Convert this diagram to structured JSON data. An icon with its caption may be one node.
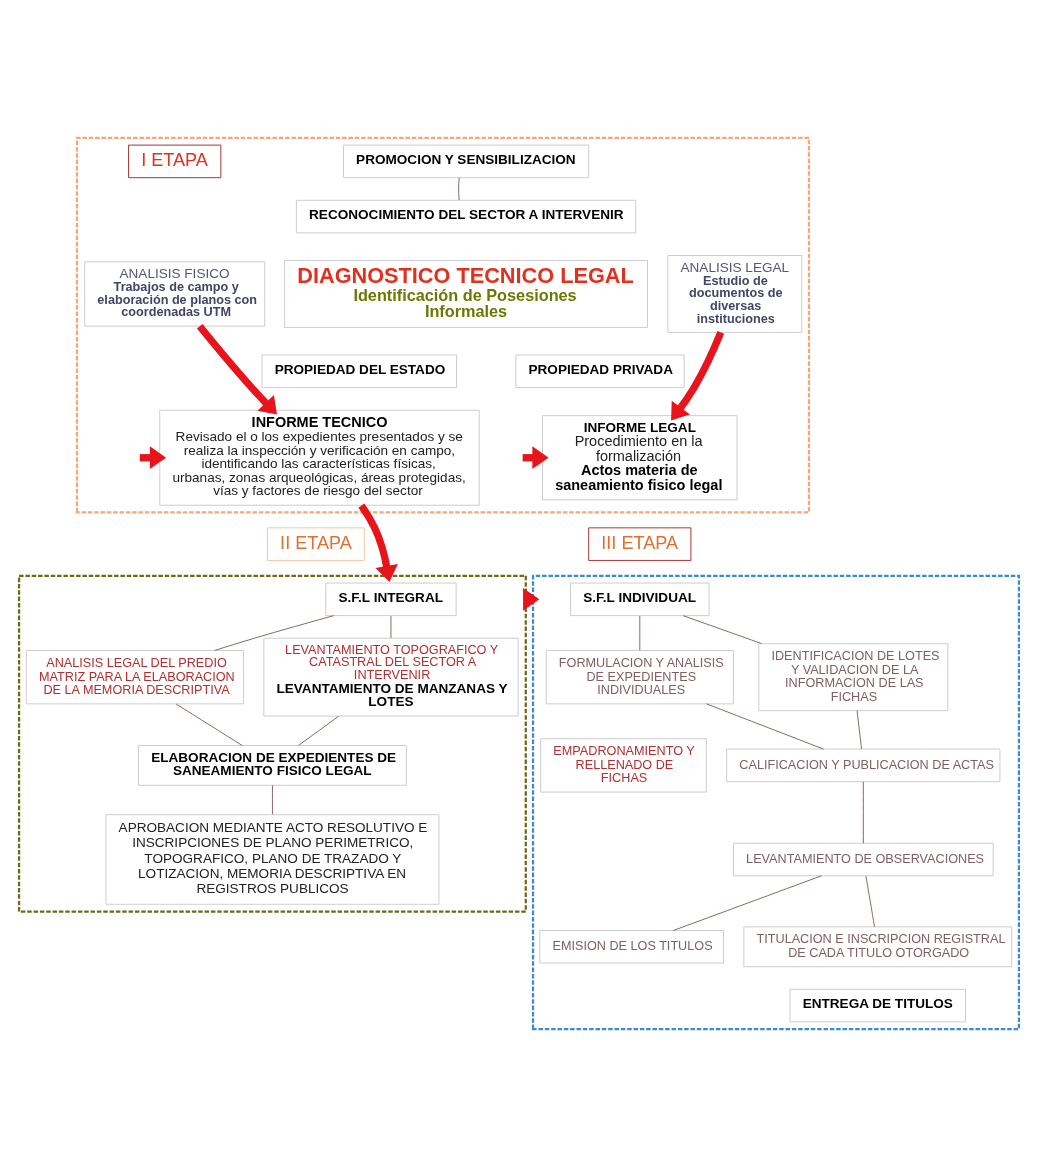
{
  "diagram": {
    "nodes": [
      {
        "text": [],
        "shape": "box"
      },
      {
        "text": [
          "I ETAPA"
        ],
        "in": 0
      },
      {
        "text": [
          "PROMOCION Y SENSIBILIZACION"
        ],
        "in": 0
      },
      {
        "text": [
          "RECONOCIMIENTO DEL SECTOR A INTERVENIR"
        ],
        "in": 0
      },
      {
        "text": [
          "ANALISIS FISICO",
          "Trabajos de campo y elaboración de planos con coordenadas UTM"
        ],
        "in": 0
      },
      {
        "text": [
          "DIAGNOSTICO TECNICO LEGAL",
          "Identificación de Posesiones Informales"
        ],
        "in": 0
      },
      {
        "text": [
          "ANALISIS LEGAL",
          "Estudio de documentos de diversas instituciones"
        ],
        "in": 0
      },
      {
        "text": [
          "PROPIEDAD DEL ESTADO"
        ],
        "in": 0
      },
      {
        "text": [
          "PROPIEDAD PRIVADA"
        ],
        "in": 0
      },
      {
        "text": [
          "INFORME TECNICO",
          "Revisado el o los expedientes presentados y se realiza la inspección y verificación en campo, identificando las características físicas, urbanas, zonas arqueológicas, áreas protegidas, vías y factores de riesgo del sector"
        ],
        "in": 0
      },
      {
        "text": [
          "INFORME LEGAL",
          "Procedimiento en la formalización",
          "Actos materia de saneamiento fisico legal"
        ],
        "in": 0
      },
      {
        "text": [
          "II ETAPA"
        ]
      },
      {
        "text": [
          "III ETAPA"
        ]
      },
      {
        "text": [],
        "shape": "box"
      },
      {
        "text": [
          "S.F.L INTEGRAL"
        ],
        "in": 13
      },
      {
        "text": [
          "ANALISIS LEGAL DEL PREDIO MATRIZ PARA LA ELABORACION DE LA MEMORIA DESCRIPTIVA"
        ],
        "in": 13
      },
      {
        "text": [
          "LEVANTAMIENTO TOPOGRAFICO Y CATASTRAL DEL SECTOR A INTERVENIR",
          "LEVANTAMIENTO DE MANZANAS Y LOTES"
        ],
        "in": 13
      },
      {
        "text": [
          "ELABORACION DE EXPEDIENTES DE SANEAMIENTO FISICO LEGAL"
        ],
        "in": 13
      },
      {
        "text": [
          "APROBACION MEDIANTE ACTO RESOLUTIVO E INSCRIPCIONES DE PLANO PERIMETRICO, TOPOGRAFICO, PLANO DE TRAZADO Y LOTIZACION, MEMORIA DESCRIPTIVA EN REGISTROS PUBLICOS"
        ],
        "in": 13
      },
      {
        "text": [],
        "shape": "box"
      },
      {
        "text": [
          "S.F.L INDIVIDUAL"
        ],
        "in": 19
      },
      {
        "text": [
          "FORMULACION Y ANALISIS DE EXPEDIENTES INDIVIDUALES"
        ],
        "in": 19
      },
      {
        "text": [
          "IDENTIFICACION DE LOTES Y VALIDACION DE LA INFORMACION DE LAS FICHAS"
        ],
        "in": 19
      },
      {
        "text": [
          "EMPADRONAMIENTO Y RELLENADO DE FICHAS"
        ],
        "in": 19
      },
      {
        "text": [
          "CALIFICACION Y PUBLICACION DE ACTAS"
        ],
        "in": 19
      },
      {
        "text": [
          "LEVANTAMIENTO DE OBSERVACIONES"
        ],
        "in": 19
      },
      {
        "text": [
          "EMISION DE LOS TITULOS"
        ],
        "in": 19
      },
      {
        "text": [
          "TITULACION E INSCRIPCION REGISTRAL DE CADA TITULO OTORGADO"
        ],
        "in": 19
      },
      {
        "text": [
          "ENTREGA DE TITULOS"
        ],
        "in": 19
      }
    ],
    "edges": [
      {
        "from": 2,
        "to": 3,
        "arrow": "none"
      },
      {
        "from": 4,
        "to": 9,
        "arrow": "to",
        "style": "thick",
        "color": "#e8141b"
      },
      {
        "from": 6,
        "to": 10,
        "arrow": "to",
        "style": "thick",
        "color": "#e8141b"
      },
      {
        "from": null,
        "to": 9,
        "arrow": "to",
        "style": "thick",
        "color": "#e8141b"
      },
      {
        "from": null,
        "to": 10,
        "arrow": "to",
        "style": "thick",
        "color": "#e8141b"
      },
      {
        "from": 9,
        "to": 13,
        "arrow": "to",
        "style": "thick",
        "color": "#e8141b"
      },
      {
        "from": 14,
        "to": 15,
        "arrow": "none"
      },
      {
        "from": 14,
        "to": 16,
        "arrow": "none"
      },
      {
        "from": 15,
        "to": 17,
        "arrow": "none"
      },
      {
        "from": 16,
        "to": 17,
        "arrow": "none"
      },
      {
        "from": 17,
        "to": 18,
        "arrow": "none"
      },
      {
        "from": 13,
        "to": 19,
        "arrow": "to",
        "style": "thick",
        "color": "#e8141b"
      },
      {
        "from": 20,
        "to": 21,
        "arrow": "none"
      },
      {
        "from": 20,
        "to": 22,
        "arrow": "none"
      },
      {
        "from": 21,
        "to": 24,
        "arrow": "none"
      },
      {
        "from": 22,
        "to": 24,
        "arrow": "none"
      },
      {
        "from": 24,
        "to": 25,
        "arrow": "none"
      },
      {
        "from": 25,
        "to": 26,
        "arrow": "none"
      },
      {
        "from": 25,
        "to": 27,
        "arrow": "none"
      }
    ]
  }
}
